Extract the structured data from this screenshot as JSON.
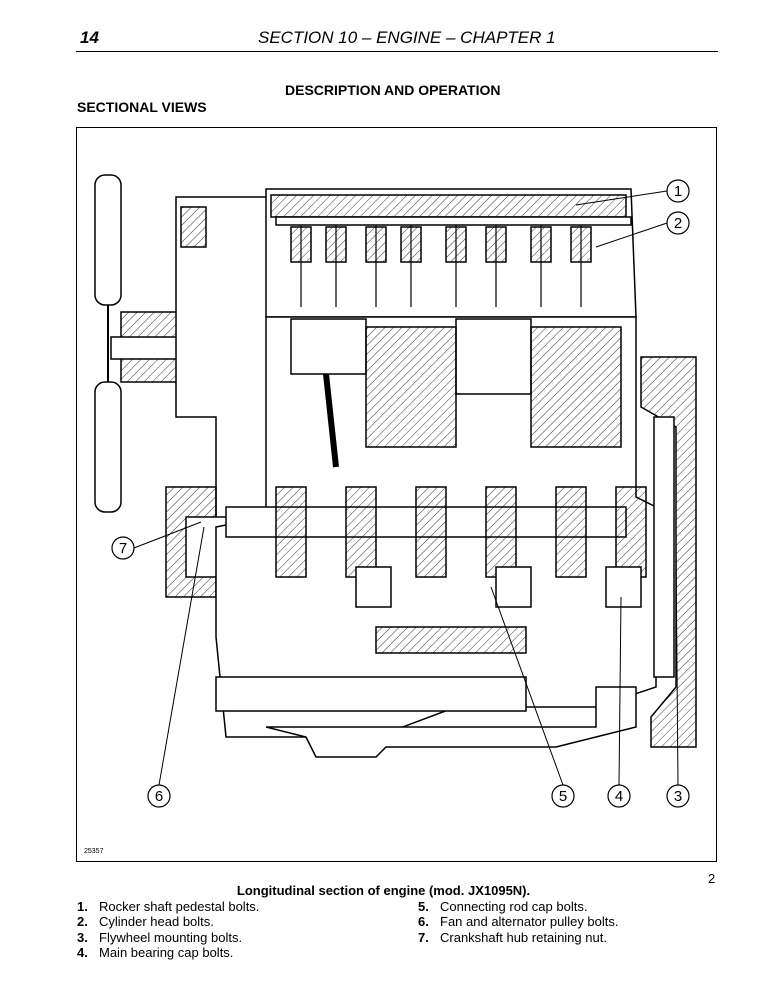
{
  "header": {
    "page_number": "14",
    "title": "SECTION 10 – ENGINE – CHAPTER 1"
  },
  "section_title": "DESCRIPTION AND OPERATION",
  "subsection_title": "SECTIONAL VIEWS",
  "figure": {
    "id_label": "25357",
    "number": "2",
    "caption": "Longitudinal section of engine (mod. JX1095N).",
    "callouts": [
      "1",
      "2",
      "3",
      "4",
      "5",
      "6",
      "7"
    ]
  },
  "legend": [
    {
      "num": "1.",
      "text": "Rocker shaft pedestal bolts."
    },
    {
      "num": "2.",
      "text": "Cylinder head bolts."
    },
    {
      "num": "3.",
      "text": "Flywheel mounting bolts."
    },
    {
      "num": "4.",
      "text": "Main bearing cap bolts."
    },
    {
      "num": "5.",
      "text": "Connecting rod cap bolts."
    },
    {
      "num": "6.",
      "text": "Fan and alternator pulley bolts."
    },
    {
      "num": "7.",
      "text": "Crankshaft hub retaining nut."
    }
  ]
}
